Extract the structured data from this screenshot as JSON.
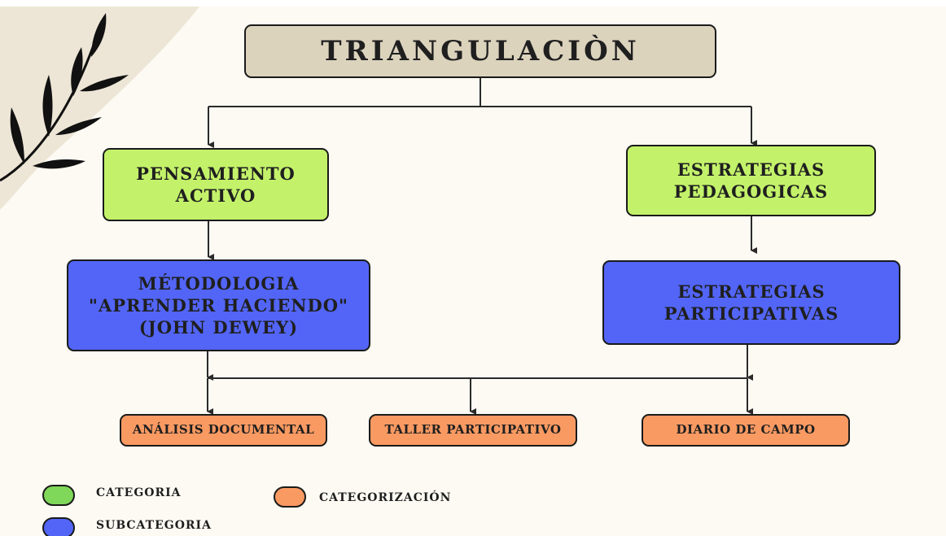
{
  "title": "TRIANGULACIÒN",
  "categories": {
    "left": [
      "PENSAMIENTO",
      "ACTIVO"
    ],
    "right": [
      "ESTRATEGIAS",
      "PEDAGOGICAS"
    ]
  },
  "subcategories": {
    "left": [
      "MÉTODOLOGIA",
      "\"APRENDER HACIENDO\"",
      "(JOHN DEWEY)"
    ],
    "right": [
      "ESTRATEGIAS",
      "PARTICIPATIVAS"
    ]
  },
  "instruments": [
    "ANÁLISIS DOCUMENTAL",
    "TALLER PARTICIPATIVO",
    "DIARIO DE CAMPO"
  ],
  "legend": {
    "categoria": "CATEGORIA",
    "subcategoria": "SUBCATEGORIA",
    "categorizacion": "CATEGORIZACIÓN"
  },
  "colors": {
    "title": "#dcd3bd",
    "categoria": "#c3f26a",
    "subcategoria": "#5265f6",
    "categorizacion": "#f99a62",
    "background": "#fcfaf3",
    "decoration": "#ede6d6"
  }
}
